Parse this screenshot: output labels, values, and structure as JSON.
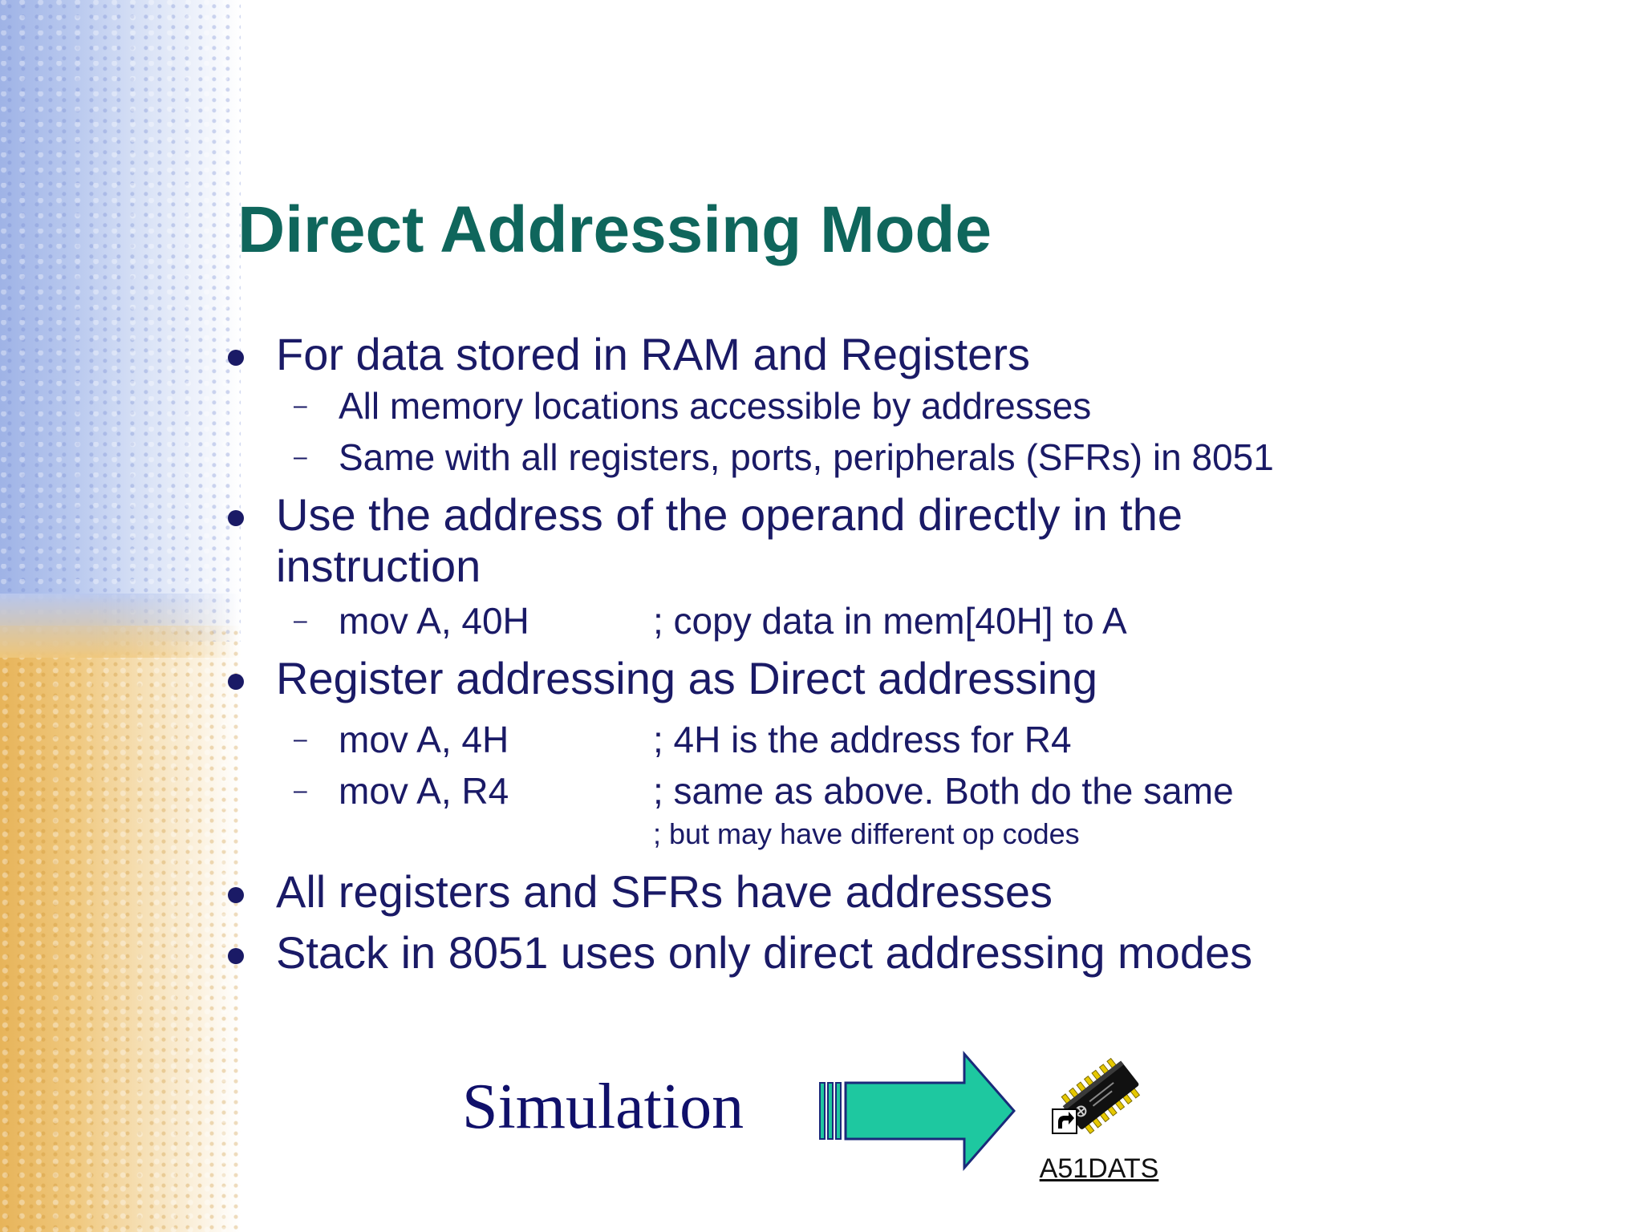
{
  "slide": {
    "title": "Direct Addressing Mode"
  },
  "bullets": [
    {
      "text": "For data stored in RAM and Registers"
    },
    {
      "text": "All memory locations accessible by addresses"
    },
    {
      "text": "Same with all registers, ports, peripherals (SFRs) in 8051"
    },
    {
      "text": "Use the address of the operand directly in the instruction"
    },
    {
      "code": "mov A, 40H",
      "comment": "; copy data in mem[40H] to A"
    },
    {
      "text": "Register addressing as Direct addressing"
    },
    {
      "code": "mov A, 4H",
      "comment": "; 4H is the address for R4"
    },
    {
      "code": "mov A, R4",
      "comment": "; same as above. Both do the same"
    },
    {
      "text": "; but may have different op codes"
    },
    {
      "text": "All registers and SFRs have addresses"
    },
    {
      "text": "Stack in 8051 uses only direct addressing modes"
    }
  ],
  "simulation": {
    "label": "Simulation",
    "arrow_color": "#1ec8a0",
    "arrow_outline": "#1a2a7a",
    "shortcut": {
      "label": "A51DATS",
      "icon": "chip-icon"
    }
  },
  "theme": {
    "title_color": "#0f665c",
    "text_color": "#1a1a66"
  }
}
